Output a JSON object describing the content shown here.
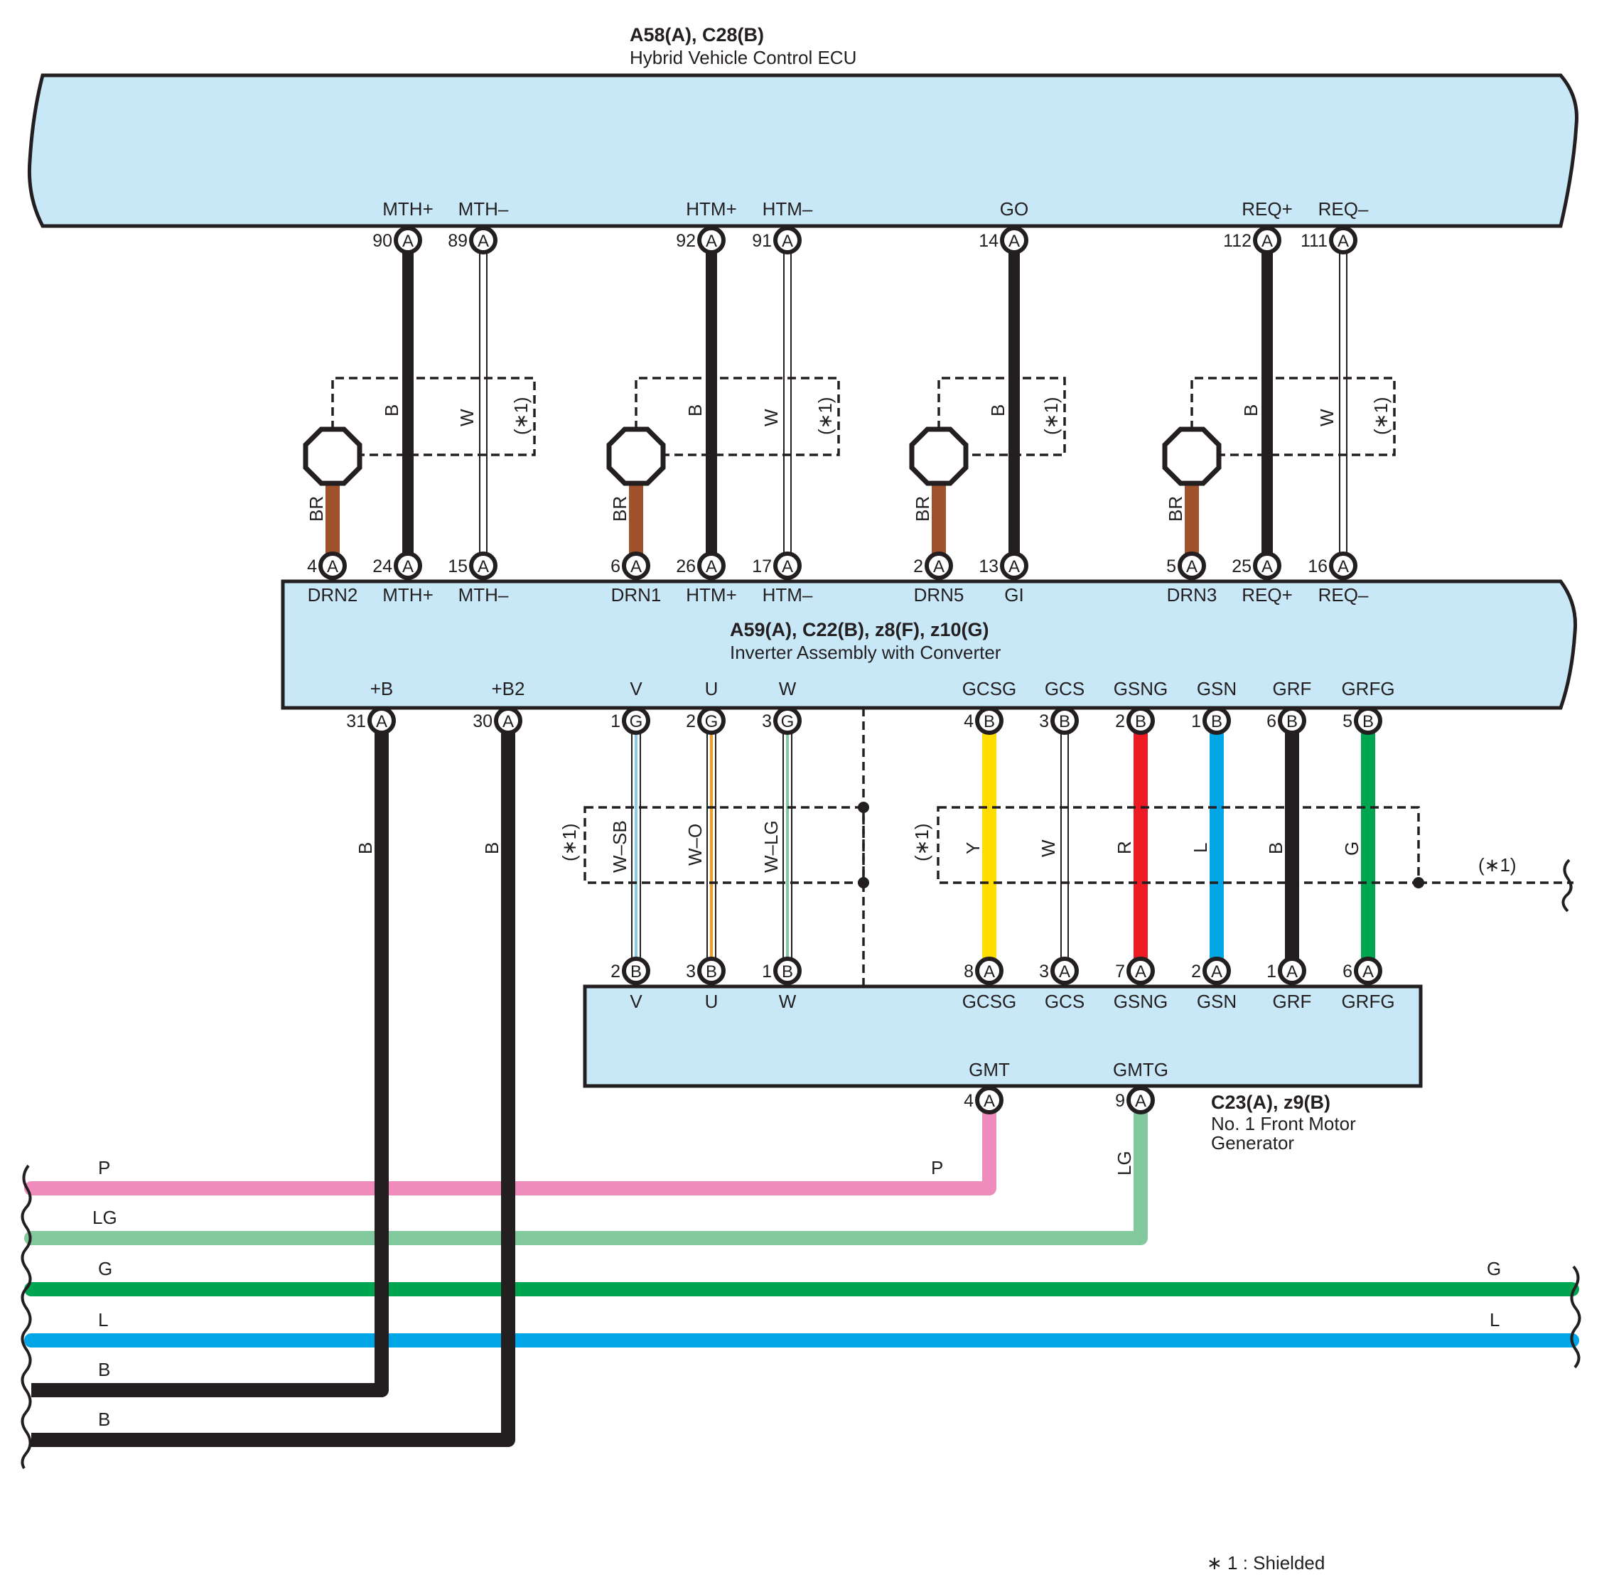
{
  "colors": {
    "B": "#231f20",
    "W": "#ffffff",
    "BR": "#a0522d",
    "Y": "#ffdd00",
    "R": "#ed1c24",
    "L": "#00a6e6",
    "G": "#00a551",
    "LG": "#82c99e",
    "P": "#f08cbc",
    "SB": "#8ccbe8",
    "O": "#f39c1f",
    "box": "#c8e8f8"
  },
  "ecu": {
    "code": "A58(A), C28(B)",
    "name": "Hybrid Vehicle Control ECU",
    "pins": [
      {
        "num": "90",
        "conn": "A",
        "sig": "MTH+"
      },
      {
        "num": "89",
        "conn": "A",
        "sig": "MTH–"
      },
      {
        "num": "92",
        "conn": "A",
        "sig": "HTM+"
      },
      {
        "num": "91",
        "conn": "A",
        "sig": "HTM–"
      },
      {
        "num": "14",
        "conn": "A",
        "sig": "GO"
      },
      {
        "num": "112",
        "conn": "A",
        "sig": "REQ+"
      },
      {
        "num": "111",
        "conn": "A",
        "sig": "REQ–"
      }
    ]
  },
  "inverter": {
    "code": "A59(A), C22(B), z8(F), z10(G)",
    "name": "Inverter Assembly with Converter",
    "top_pins": [
      {
        "num": "4",
        "conn": "A",
        "sig": "DRN2"
      },
      {
        "num": "24",
        "conn": "A",
        "sig": "MTH+"
      },
      {
        "num": "15",
        "conn": "A",
        "sig": "MTH–"
      },
      {
        "num": "6",
        "conn": "A",
        "sig": "DRN1"
      },
      {
        "num": "26",
        "conn": "A",
        "sig": "HTM+"
      },
      {
        "num": "17",
        "conn": "A",
        "sig": "HTM–"
      },
      {
        "num": "2",
        "conn": "A",
        "sig": "DRN5"
      },
      {
        "num": "13",
        "conn": "A",
        "sig": "GI"
      },
      {
        "num": "5",
        "conn": "A",
        "sig": "DRN3"
      },
      {
        "num": "25",
        "conn": "A",
        "sig": "REQ+"
      },
      {
        "num": "16",
        "conn": "A",
        "sig": "REQ–"
      }
    ],
    "bottom_pins": [
      {
        "num": "31",
        "conn": "A",
        "sig": "+B"
      },
      {
        "num": "30",
        "conn": "A",
        "sig": "+B2"
      },
      {
        "num": "1",
        "conn": "G",
        "sig": "V"
      },
      {
        "num": "2",
        "conn": "G",
        "sig": "U"
      },
      {
        "num": "3",
        "conn": "G",
        "sig": "W"
      },
      {
        "num": "4",
        "conn": "B",
        "sig": "GCSG"
      },
      {
        "num": "3",
        "conn": "B",
        "sig": "GCS"
      },
      {
        "num": "2",
        "conn": "B",
        "sig": "GSNG"
      },
      {
        "num": "1",
        "conn": "B",
        "sig": "GSN"
      },
      {
        "num": "6",
        "conn": "B",
        "sig": "GRF"
      },
      {
        "num": "5",
        "conn": "B",
        "sig": "GRFG"
      }
    ]
  },
  "motor": {
    "code": "C23(A), z9(B)",
    "name_line1": "No.  1 Front Motor",
    "name_line2": "Generator",
    "top_pins": [
      {
        "num": "2",
        "conn": "B",
        "sig": "V"
      },
      {
        "num": "3",
        "conn": "B",
        "sig": "U"
      },
      {
        "num": "1",
        "conn": "B",
        "sig": "W"
      },
      {
        "num": "8",
        "conn": "A",
        "sig": "GCSG"
      },
      {
        "num": "3",
        "conn": "A",
        "sig": "GCS"
      },
      {
        "num": "7",
        "conn": "A",
        "sig": "GSNG"
      },
      {
        "num": "2",
        "conn": "A",
        "sig": "GSN"
      },
      {
        "num": "1",
        "conn": "A",
        "sig": "GRF"
      },
      {
        "num": "6",
        "conn": "A",
        "sig": "GRFG"
      }
    ],
    "bottom_pins": [
      {
        "num": "4",
        "conn": "A",
        "sig": "GMT"
      },
      {
        "num": "9",
        "conn": "A",
        "sig": "GMTG"
      }
    ]
  },
  "wires_upper": [
    {
      "color": "B"
    },
    {
      "color": "W"
    },
    {
      "color": "B"
    },
    {
      "color": "W"
    },
    {
      "color": "B"
    },
    {
      "color": "B"
    },
    {
      "color": "W"
    }
  ],
  "drain_wires": [
    {
      "color": "BR"
    },
    {
      "color": "BR"
    },
    {
      "color": "BR"
    },
    {
      "color": "BR"
    }
  ],
  "wires_lower": [
    {
      "color": "W–SB"
    },
    {
      "color": "W–O"
    },
    {
      "color": "W–LG"
    },
    {
      "color": "Y"
    },
    {
      "color": "W"
    },
    {
      "color": "R"
    },
    {
      "color": "L"
    },
    {
      "color": "B"
    },
    {
      "color": "G"
    }
  ],
  "power_wires": [
    {
      "color": "B"
    },
    {
      "color": "B"
    }
  ],
  "bus_lines": [
    {
      "color": "P",
      "right_label": "P"
    },
    {
      "color": "LG",
      "right_label": ""
    },
    {
      "color": "G",
      "right_label": "G"
    },
    {
      "color": "L",
      "right_label": "L"
    },
    {
      "color": "B",
      "right_label": ""
    },
    {
      "color": "B",
      "right_label": ""
    }
  ],
  "gmtg_wire_label": "LG",
  "shield_label": "(∗1)",
  "footnote": "∗ 1 : Shielded"
}
